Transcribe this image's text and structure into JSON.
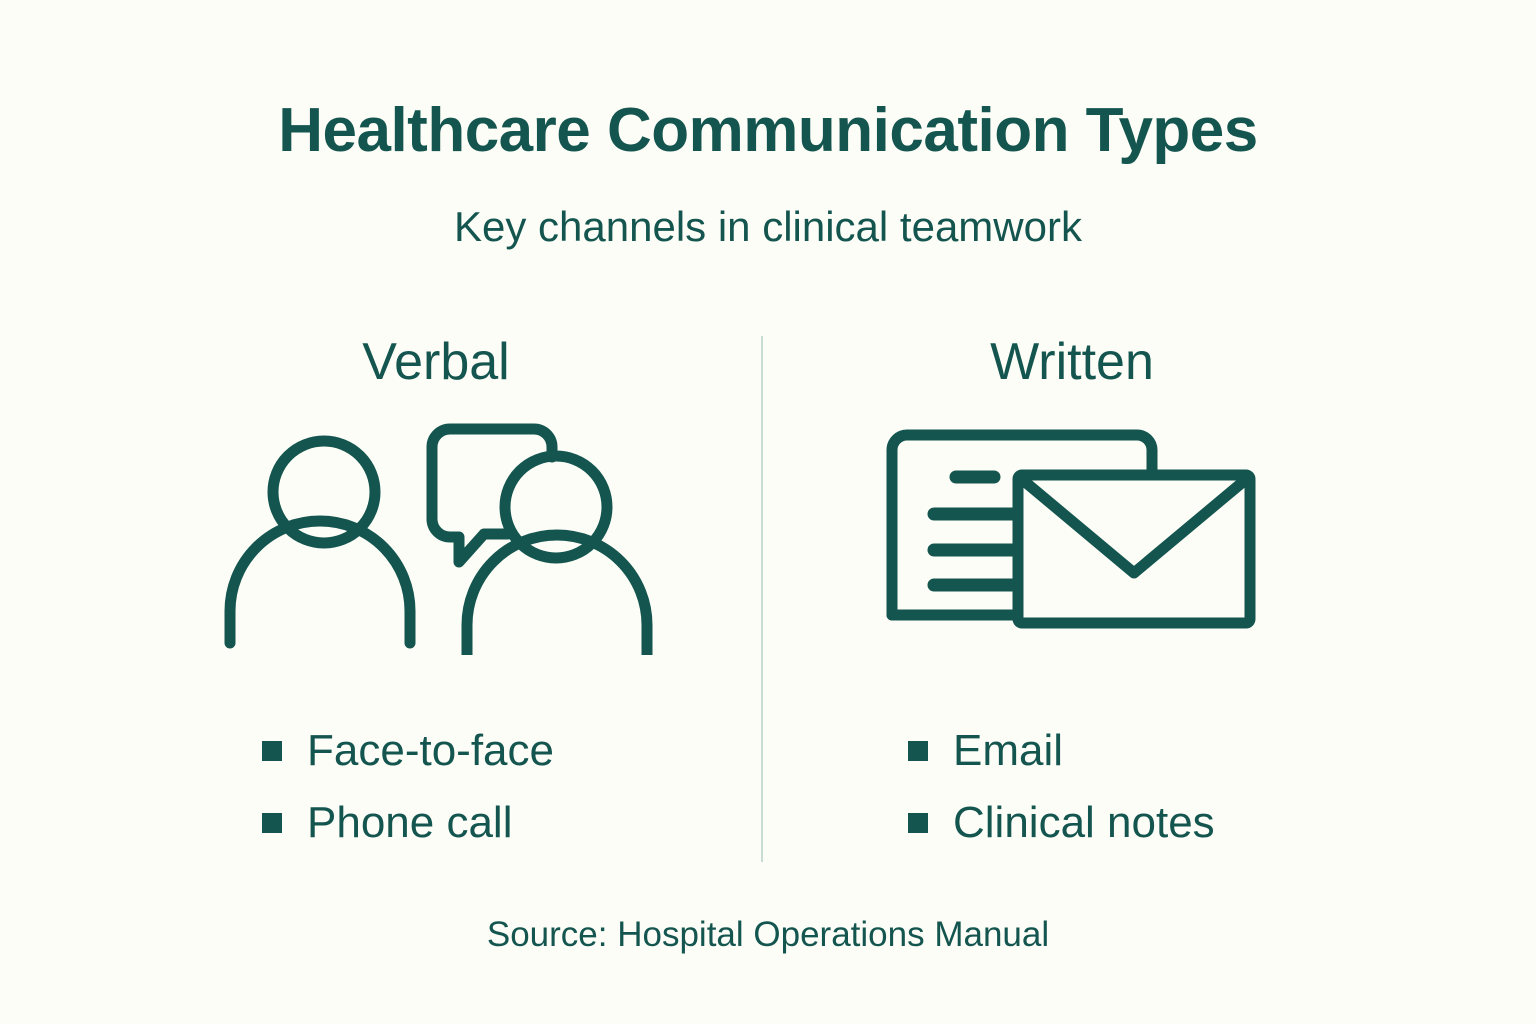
{
  "header": {
    "title": "Healthcare Communication Types",
    "subtitle": "Key channels in clinical teamwork"
  },
  "theme": {
    "background": "#FCFDF6",
    "accent": "#14554F",
    "divider": "#C9DCD3"
  },
  "columns": [
    {
      "heading": "Verbal",
      "icon": "two-people-speech-bubble-icon",
      "items": [
        {
          "label": "Face-to-face"
        },
        {
          "label": "Phone call"
        }
      ]
    },
    {
      "heading": "Written",
      "icon": "document-envelope-icon",
      "items": [
        {
          "label": "Email"
        },
        {
          "label": "Clinical notes"
        }
      ]
    }
  ],
  "footer": {
    "source": "Source: Hospital Operations Manual"
  }
}
